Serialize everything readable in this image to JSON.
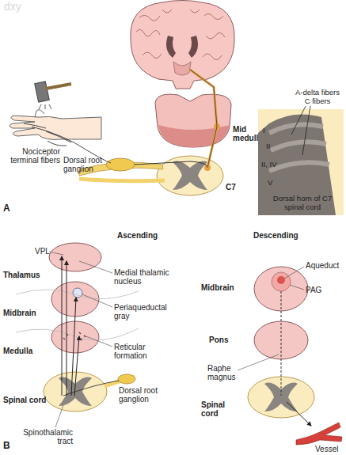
{
  "diagram": {
    "nodes": [
      {
        "text": [
          "A-delta fibers",
          "C fibers",
          "I",
          "II",
          "II, IV",
          "V",
          "Dorsal horn of C7 spinal cord"
        ]
      }
    ],
    "labels": [
      "dxy",
      "Nociceptor terminal fibers",
      "Dorsal root ganglion",
      "C7",
      "Mid medulla",
      "A",
      "Ascending",
      "Descending",
      "VPL",
      "Thalamus",
      "Medial thalamic nucleus",
      "Midbrain",
      "Periaqueductal gray",
      "Medulla",
      "Reticular formation",
      "Spinal cord",
      "Dorsal root ganglion",
      "Spinothalamic tract",
      "B",
      "Midbrain",
      "Aqueduct",
      "PAG",
      "Pons",
      "Raphe magnus",
      "Spinal cord",
      "Vessel"
    ]
  }
}
